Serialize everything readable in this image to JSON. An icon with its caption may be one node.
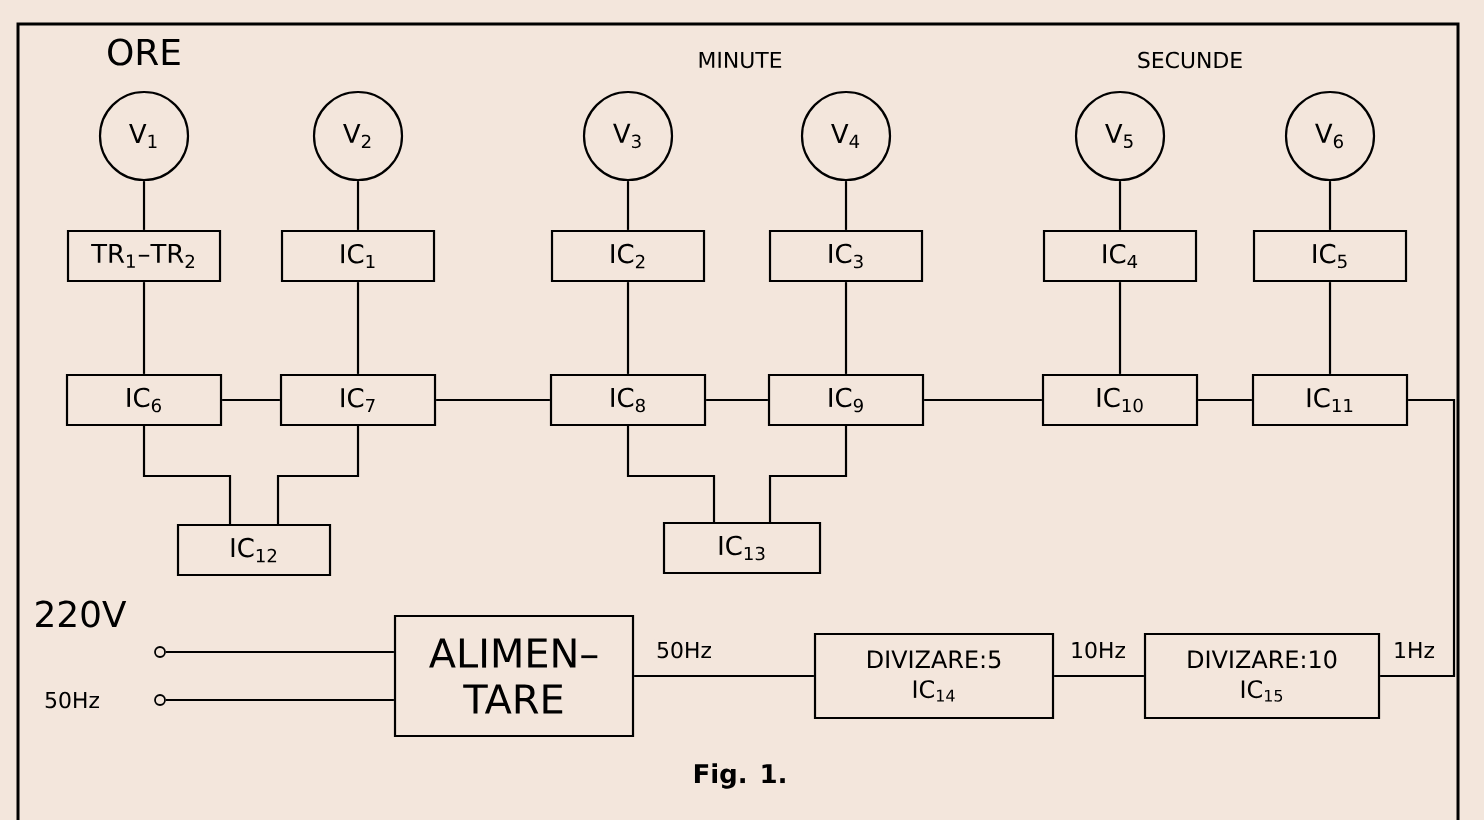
{
  "diagram": {
    "caption": "Fig. 1.",
    "nodes": [
      {
        "text": [
          "V$_{1}$"
        ]
      },
      {
        "text": [
          "V$_{2}$"
        ]
      },
      {
        "text": [
          "V$_{3}$"
        ]
      },
      {
        "text": [
          "V$_{4}$"
        ]
      },
      {
        "text": [
          "V$_{5}$"
        ]
      },
      {
        "text": [
          "V$_{6}$"
        ]
      },
      {
        "text": [
          "TR$_{1}$–TR$_{2}$"
        ]
      },
      {
        "text": [
          "IC$_{1}$"
        ]
      },
      {
        "text": [
          "IC$_{2}$"
        ]
      },
      {
        "text": [
          "IC$_{3}$"
        ]
      },
      {
        "text": [
          "IC$_{4}$"
        ]
      },
      {
        "text": [
          "IC$_{5}$"
        ]
      },
      {
        "text": [
          "IC$_{6}$"
        ]
      },
      {
        "text": [
          "IC$_{7}$"
        ]
      },
      {
        "text": [
          "IC$_{8}$"
        ]
      },
      {
        "text": [
          "IC$_{9}$"
        ]
      },
      {
        "text": [
          "IC$_{10}$"
        ]
      },
      {
        "text": [
          "IC$_{11}$"
        ]
      },
      {
        "text": [
          "IC$_{12}$"
        ]
      },
      {
        "text": [
          "IC$_{13}$"
        ]
      },
      {
        "text": [
          "ALIMEN– TARE"
        ]
      },
      {
        "text": [
          "DIVIZARE:5",
          "IC$_{14}$"
        ]
      },
      {
        "text": [
          "DIVIZARE:10",
          "IC$_{15}$"
        ]
      },
      {
        "text": [],
        "shape": "circle"
      },
      {
        "text": [],
        "shape": "circle"
      }
    ],
    "edges": [
      {
        "from": 0,
        "to": 6,
        "arrow": "none"
      },
      {
        "from": 1,
        "to": 7,
        "arrow": "none"
      },
      {
        "from": 2,
        "to": 8,
        "arrow": "none"
      },
      {
        "from": 3,
        "to": 9,
        "arrow": "none"
      },
      {
        "from": 4,
        "to": 10,
        "arrow": "none"
      },
      {
        "from": 5,
        "to": 11,
        "arrow": "none"
      },
      {
        "from": 6,
        "to": 12,
        "arrow": "none"
      },
      {
        "from": 7,
        "to": 13,
        "arrow": "none"
      },
      {
        "from": 8,
        "to": 14,
        "arrow": "none"
      },
      {
        "from": 9,
        "to": 15,
        "arrow": "none"
      },
      {
        "from": 10,
        "to": 16,
        "arrow": "none"
      },
      {
        "from": 11,
        "to": 17,
        "arrow": "none"
      },
      {
        "from": 12,
        "to": 13,
        "arrow": "none"
      },
      {
        "from": 13,
        "to": 14,
        "arrow": "none"
      },
      {
        "from": 14,
        "to": 15,
        "arrow": "none"
      },
      {
        "from": 15,
        "to": 16,
        "arrow": "none"
      },
      {
        "from": 16,
        "to": 17,
        "arrow": "none"
      },
      {
        "from": 12,
        "to": 18,
        "arrow": "none"
      },
      {
        "from": 13,
        "to": 18,
        "arrow": "none"
      },
      {
        "from": 14,
        "to": 19,
        "arrow": "none"
      },
      {
        "from": 15,
        "to": 19,
        "arrow": "none"
      },
      {
        "from": 23,
        "to": 20,
        "arrow": "none"
      },
      {
        "from": 24,
        "to": 20,
        "arrow": "none"
      },
      {
        "from": 20,
        "to": 21,
        "arrow": "none",
        "label": "50Hz"
      },
      {
        "from": 21,
        "to": 22,
        "arrow": "none",
        "label": "10Hz"
      },
      {
        "from": 17,
        "to": 22,
        "arrow": "none",
        "label": "1Hz"
      }
    ],
    "labels": [
      "ORE",
      "MINUTE",
      "SECUNDE",
      "220V",
      "50Hz"
    ]
  }
}
